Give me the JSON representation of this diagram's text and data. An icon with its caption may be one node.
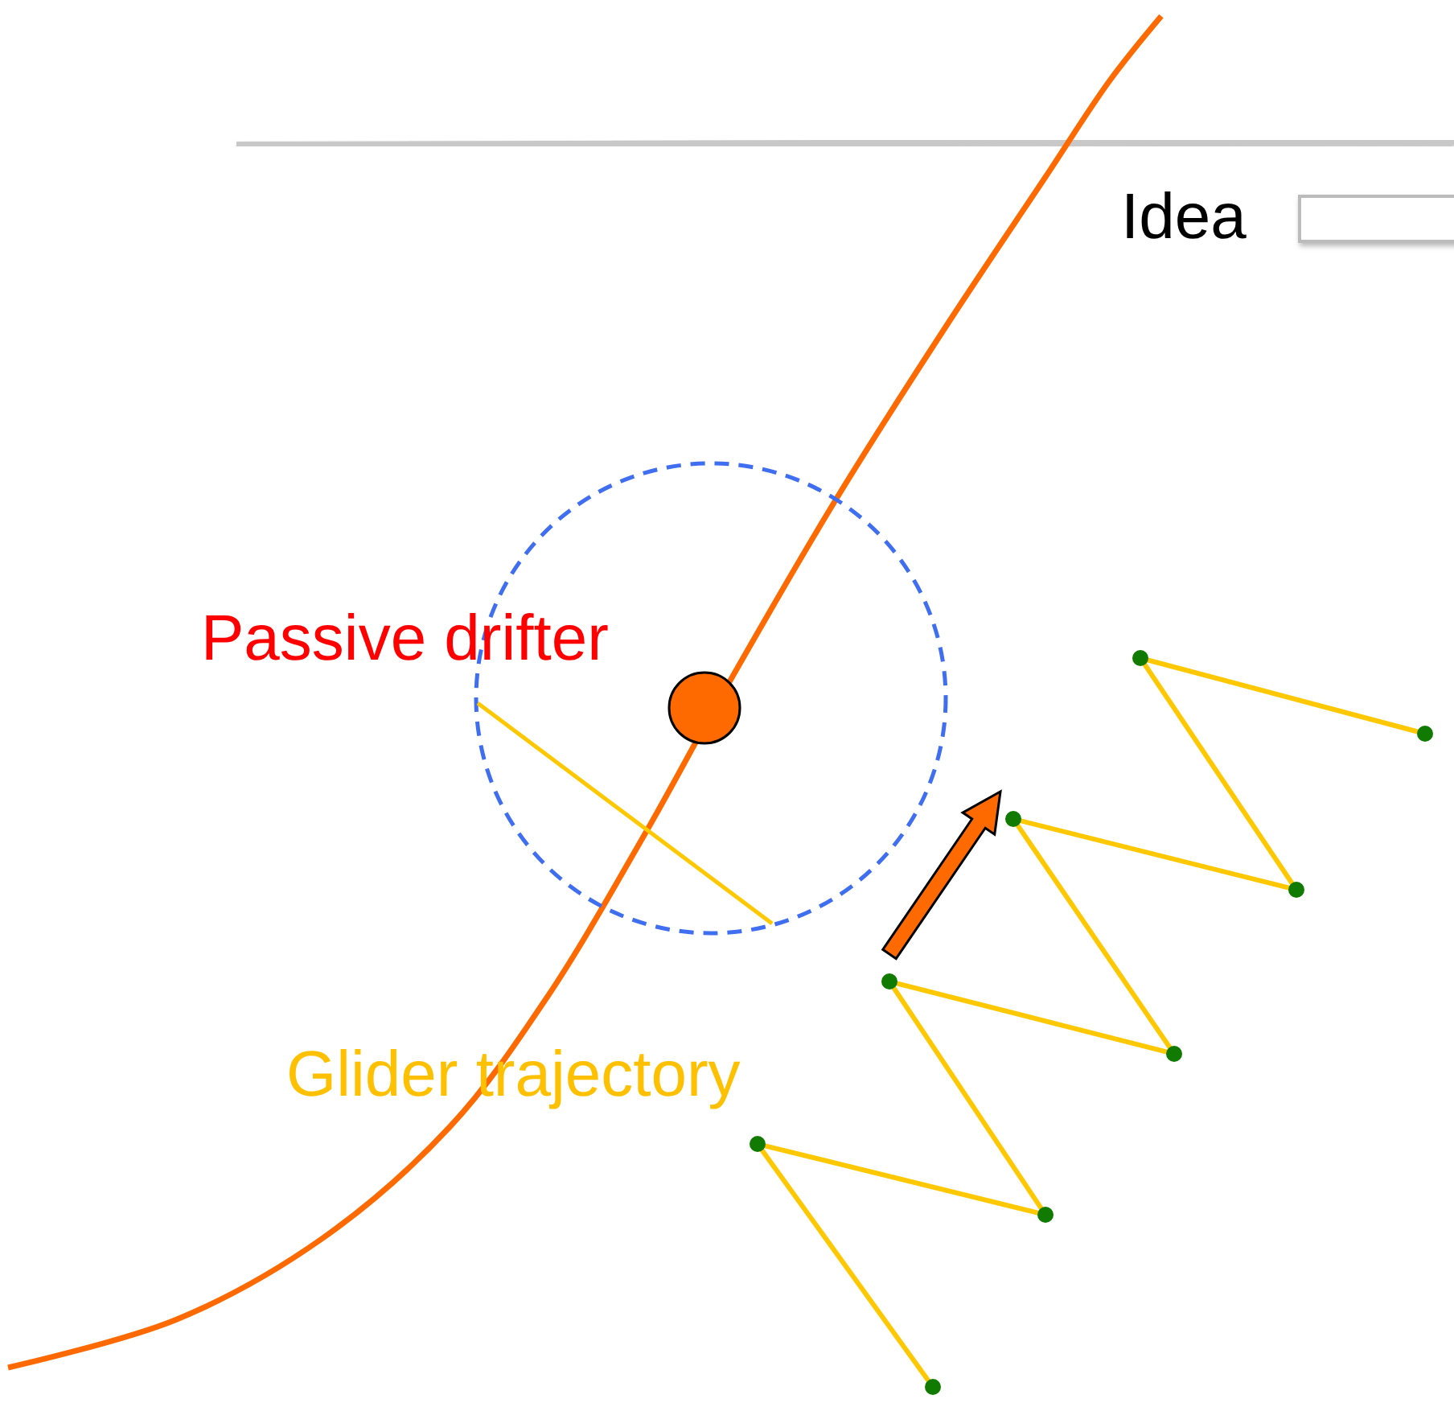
{
  "diagram": {
    "title": "Idea",
    "labels": [
      "Passive drifter",
      "Glider trajectory"
    ]
  }
}
